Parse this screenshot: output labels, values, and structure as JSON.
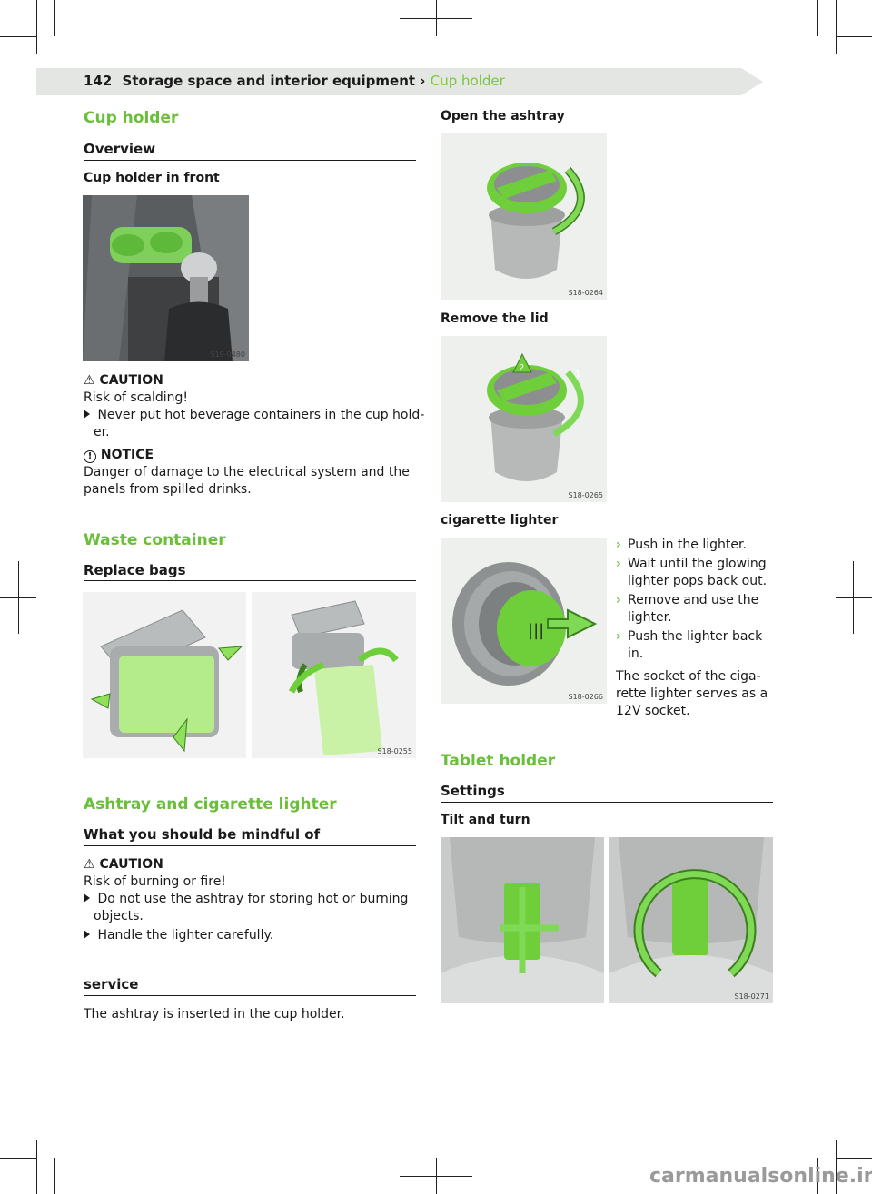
{
  "header": {
    "page_number": "142",
    "section": "Storage space and interior equipment",
    "separator": "›",
    "crumb": "Cup holder"
  },
  "left": {
    "cup_holder_title": "Cup holder",
    "overview": "Overview",
    "cup_holder_front": "Cup holder in front",
    "fig1_code": "S19-0480",
    "caution1_label": "CAUTION",
    "caution1_text": "Risk of scalding!",
    "caution1_bullet_a": "Never put hot beverage containers in the cup hold-",
    "caution1_bullet_b": "er.",
    "notice_label": "NOTICE",
    "notice_text_a": "Danger of damage to the electrical system and the",
    "notice_text_b": "panels from spilled drinks.",
    "waste_title": "Waste container",
    "replace_bags": "Replace bags",
    "fig2_code": "S18-0255",
    "ashtray_title": "Ashtray and cigarette lighter",
    "mindful": "What you should be mindful of",
    "caution2_label": "CAUTION",
    "caution2_text": "Risk of burning or fire!",
    "caution2_bullet1_a": "Do not use the ashtray for storing hot or burning",
    "caution2_bullet1_b": "objects.",
    "caution2_bullet2": "Handle the lighter carefully.",
    "service": "service",
    "service_text": "The ashtray is inserted in the cup holder."
  },
  "right": {
    "open_ashtray": "Open the ashtray",
    "fig3_code": "S18-0264",
    "remove_lid": "Remove the lid",
    "fig4_code": "S18-0265",
    "cig_lighter": "cigarette lighter",
    "fig5_code": "S18-0266",
    "steps": [
      [
        "Push in the lighter."
      ],
      [
        "Wait until the glowing",
        "lighter pops back out."
      ],
      [
        "Remove and use the",
        "lighter."
      ],
      [
        "Push the lighter back",
        "in."
      ]
    ],
    "socket_text": [
      "The socket of the ciga-",
      "rette lighter serves as a",
      "12V socket."
    ],
    "tablet_title": "Tablet holder",
    "settings": "Settings",
    "tilt_turn": "Tilt and turn",
    "fig6_code": "S18-0271",
    "lid_numbers": [
      "1",
      "2"
    ]
  },
  "footer": {
    "watermark": "carmanualsonline.info"
  },
  "colors": {
    "accent": "#6abf3a",
    "header_bg": "#e3e6e3"
  }
}
